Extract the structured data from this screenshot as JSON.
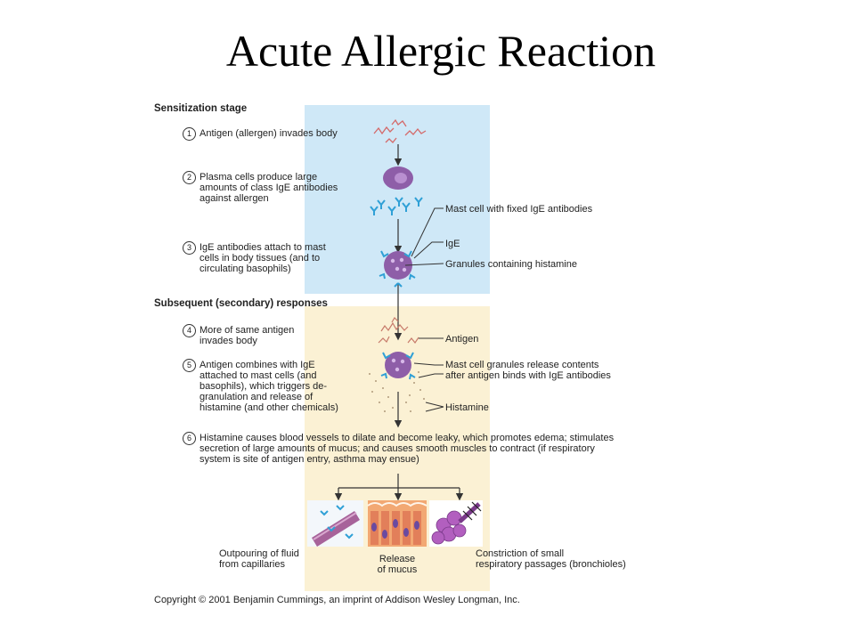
{
  "title": "Acute Allergic Reaction",
  "stages": {
    "sensitization": "Sensitization stage",
    "subsequent": "Subsequent (secondary) responses"
  },
  "steps": [
    {
      "num": "1",
      "text": "Antigen (allergen) invades body"
    },
    {
      "num": "2",
      "text": "Plasma cells produce large\namounts of class IgE antibodies\nagainst allergen"
    },
    {
      "num": "3",
      "text": "IgE antibodies attach to mast\ncells in body tissues (and to\ncirculating basophils)"
    },
    {
      "num": "4",
      "text": "More of same antigen\ninvades body"
    },
    {
      "num": "5",
      "text": "Antigen combines with IgE\nattached to mast cells (and\nbasophils), which triggers de-\ngranulation and release of\nhistamine (and other chemicals)"
    },
    {
      "num": "6",
      "text": "Histamine causes blood vessels to dilate and become leaky, which promotes edema; stimulates\nsecretion of large amounts of mucus; and causes smooth muscles to contract (if respiratory\nsystem is site of antigen entry, asthma may ensue)"
    }
  ],
  "labels": {
    "mast_cell": "Mast cell with fixed IgE antibodies",
    "ige": "IgE",
    "granules": "Granules containing histamine",
    "antigen": "Antigen",
    "release": "Mast cell granules release contents\nafter antigen binds with IgE antibodies",
    "histamine": "Histamine"
  },
  "outcomes": {
    "fluid": "Outpouring of fluid\nfrom capillaries",
    "mucus": "Release\nof mucus",
    "constriction": "Constriction of small\nrespiratory passages (bronchioles)"
  },
  "copyright": "Copyright © 2001 Benjamin Cummings, an imprint of Addison Wesley Longman, Inc.",
  "colors": {
    "sensitization_bg": "#cfe8f7",
    "secondary_bg": "#fbf1d4",
    "cell": "#8e5ea8",
    "antibody": "#2fa0d6",
    "antigen": "#d46a6a"
  }
}
